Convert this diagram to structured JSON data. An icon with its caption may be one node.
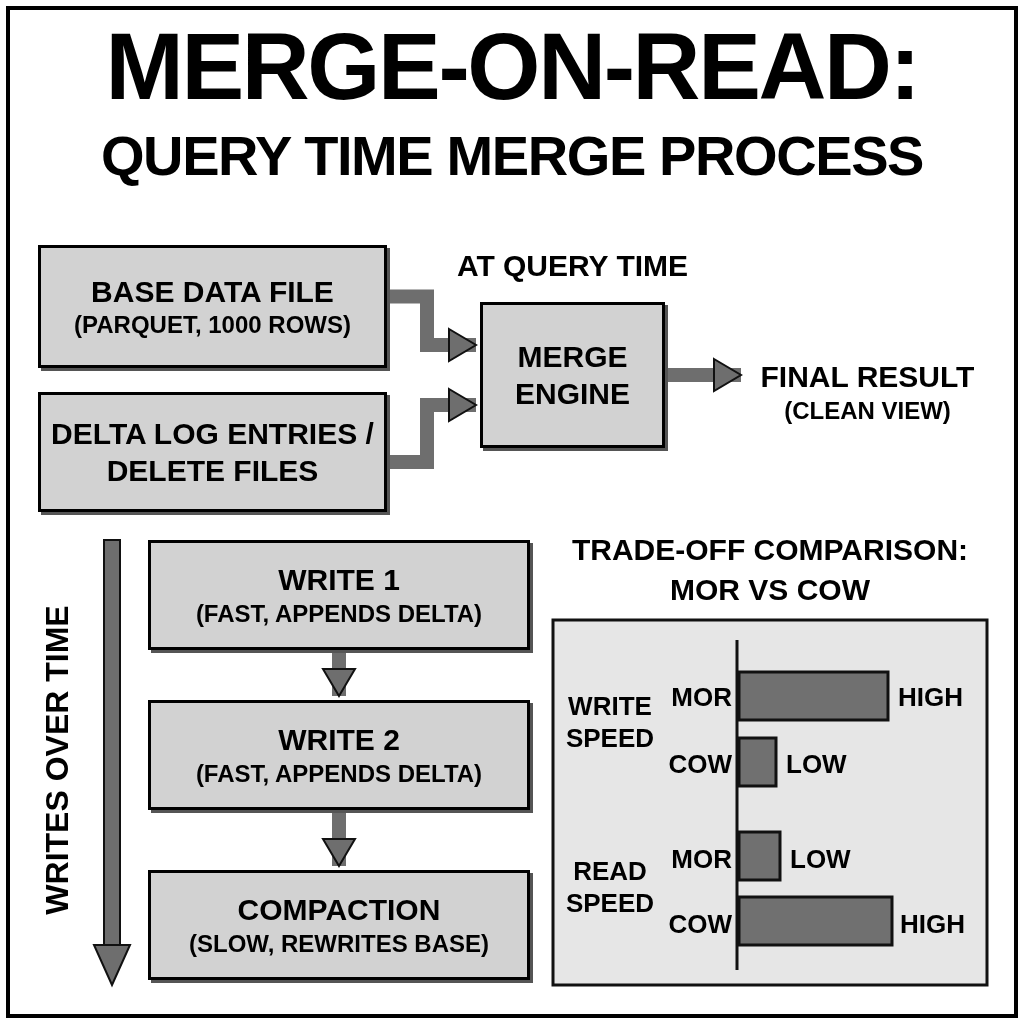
{
  "diagram": {
    "title": "MERGE-ON-READ: QUERY TIME MERGE PROCESS",
    "nodes": [
      {
        "text": [
          "BASE DATA FILE",
          "(PARQUET, 1000 ROWS)"
        ]
      },
      {
        "text": [
          "DELTA LOG ENTRIES / DELETE FILES"
        ]
      },
      {
        "text": [
          "MERGE ENGINE"
        ],
        "beside": [
          "AT QUERY TIME"
        ]
      },
      {
        "text": [
          "FINAL RESULT",
          "(CLEAN VIEW)"
        ]
      },
      {
        "text": [
          "WRITE 1",
          "(FAST, APPENDS DELTA)"
        ]
      },
      {
        "text": [
          "WRITE 2",
          "(FAST, APPENDS DELTA)"
        ]
      },
      {
        "text": [
          "COMPACTION",
          "(SLOW, REWRITES BASE)"
        ]
      }
    ],
    "edges": [
      {
        "from": 0,
        "to": 2,
        "arrow": "to"
      },
      {
        "from": 1,
        "to": 2,
        "arrow": "to"
      },
      {
        "from": 2,
        "to": 3,
        "arrow": "to"
      },
      {
        "from": 4,
        "to": 5,
        "arrow": "to"
      },
      {
        "from": 5,
        "to": 6,
        "arrow": "to"
      }
    ],
    "labels": [
      "WRITES OVER TIME",
      "TRADE-OFF COMPARISON: MOR VS COW",
      "WRITE SPEED",
      "MOR",
      "HIGH",
      "COW",
      "LOW",
      "READ SPEED",
      "MOR",
      "LOW",
      "COW",
      "HIGH"
    ]
  }
}
